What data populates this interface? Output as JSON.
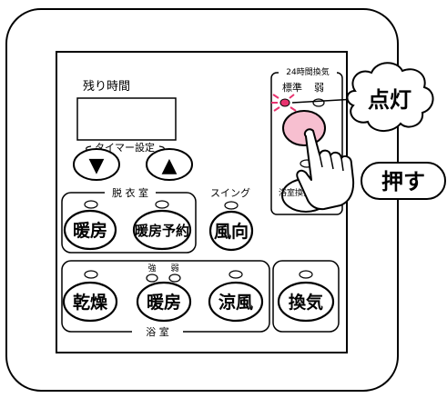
{
  "panel": {
    "remaining_time_label": "残り時間",
    "timer_setting_label": "タイマー設定",
    "timer_down_symbol": "▼",
    "timer_up_symbol": "▲",
    "dressing_room_label": "脱 衣 室",
    "swing_label": "スイング",
    "ventilation_24h_label": "24時間換気",
    "standard_label": "標準",
    "weak_label": "弱",
    "bathroom_ventilation_label": "浴室換気",
    "strong_label": "強",
    "weak_label_2": "弱",
    "bathroom_label": "浴 室"
  },
  "buttons": {
    "dressing_heating": "暖房",
    "dressing_heating_reservation": "暖房予約",
    "wind_direction": "風向",
    "dry": "乾燥",
    "bath_heating": "暖房",
    "cool_breeze": "涼風",
    "ventilation": "換気"
  },
  "callouts": {
    "light_on": "点灯",
    "press": "押す"
  },
  "colors": {
    "pink_button": "#f7bfd0",
    "led_lit": "#e8336f",
    "stroke": "#000000"
  }
}
